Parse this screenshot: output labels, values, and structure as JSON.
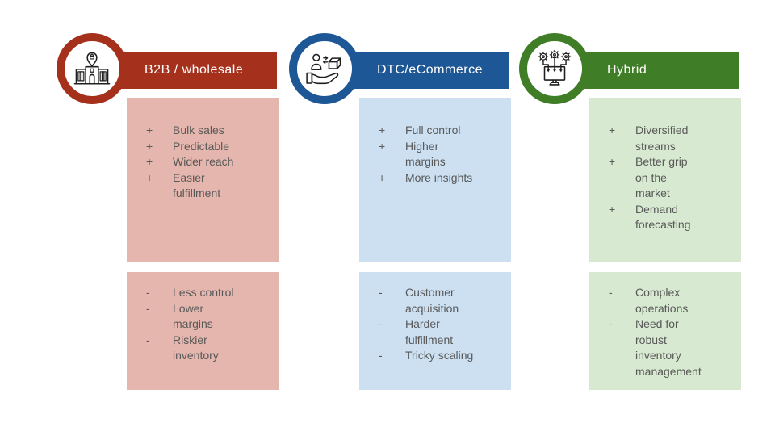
{
  "page": {
    "background_color": "#ffffff",
    "body_text_color": "#595959"
  },
  "columns": [
    {
      "title": "B2B / wholesale",
      "icon": "warehouse-location-pin-icon",
      "accent_color": "#A5301C",
      "tint_color": "#E5B6AD",
      "pros_marker": "+",
      "cons_marker": "-",
      "pros": [
        "Bulk sales",
        "Predictable",
        "Wider reach",
        "Easier\nfulfillment"
      ],
      "cons": [
        "Less control",
        "Lower\nmargins",
        "Riskier\ninventory"
      ]
    },
    {
      "title": "DTC/eCommerce",
      "icon": "hand-delivery-customer-package-icon",
      "accent_color": "#1D5795",
      "tint_color": "#CCE0F2",
      "pros_marker": "+",
      "cons_marker": "-",
      "pros": [
        "Full control",
        "Higher\nmargins",
        "More insights"
      ],
      "cons": [
        "Customer\nacquisition",
        "Harder\nfulfillment",
        "Tricky scaling"
      ]
    },
    {
      "title": "Hybrid",
      "icon": "gears-into-monitor-icon",
      "accent_color": "#3F7D26",
      "tint_color": "#D7E9D0",
      "pros_marker": "+",
      "cons_marker": "-",
      "pros": [
        "Diversified\nstreams",
        "Better grip\non the\nmarket",
        "Demand\nforecasting"
      ],
      "cons": [
        "Complex\noperations",
        "Need for\nrobust\ninventory\nmanagement"
      ]
    }
  ]
}
